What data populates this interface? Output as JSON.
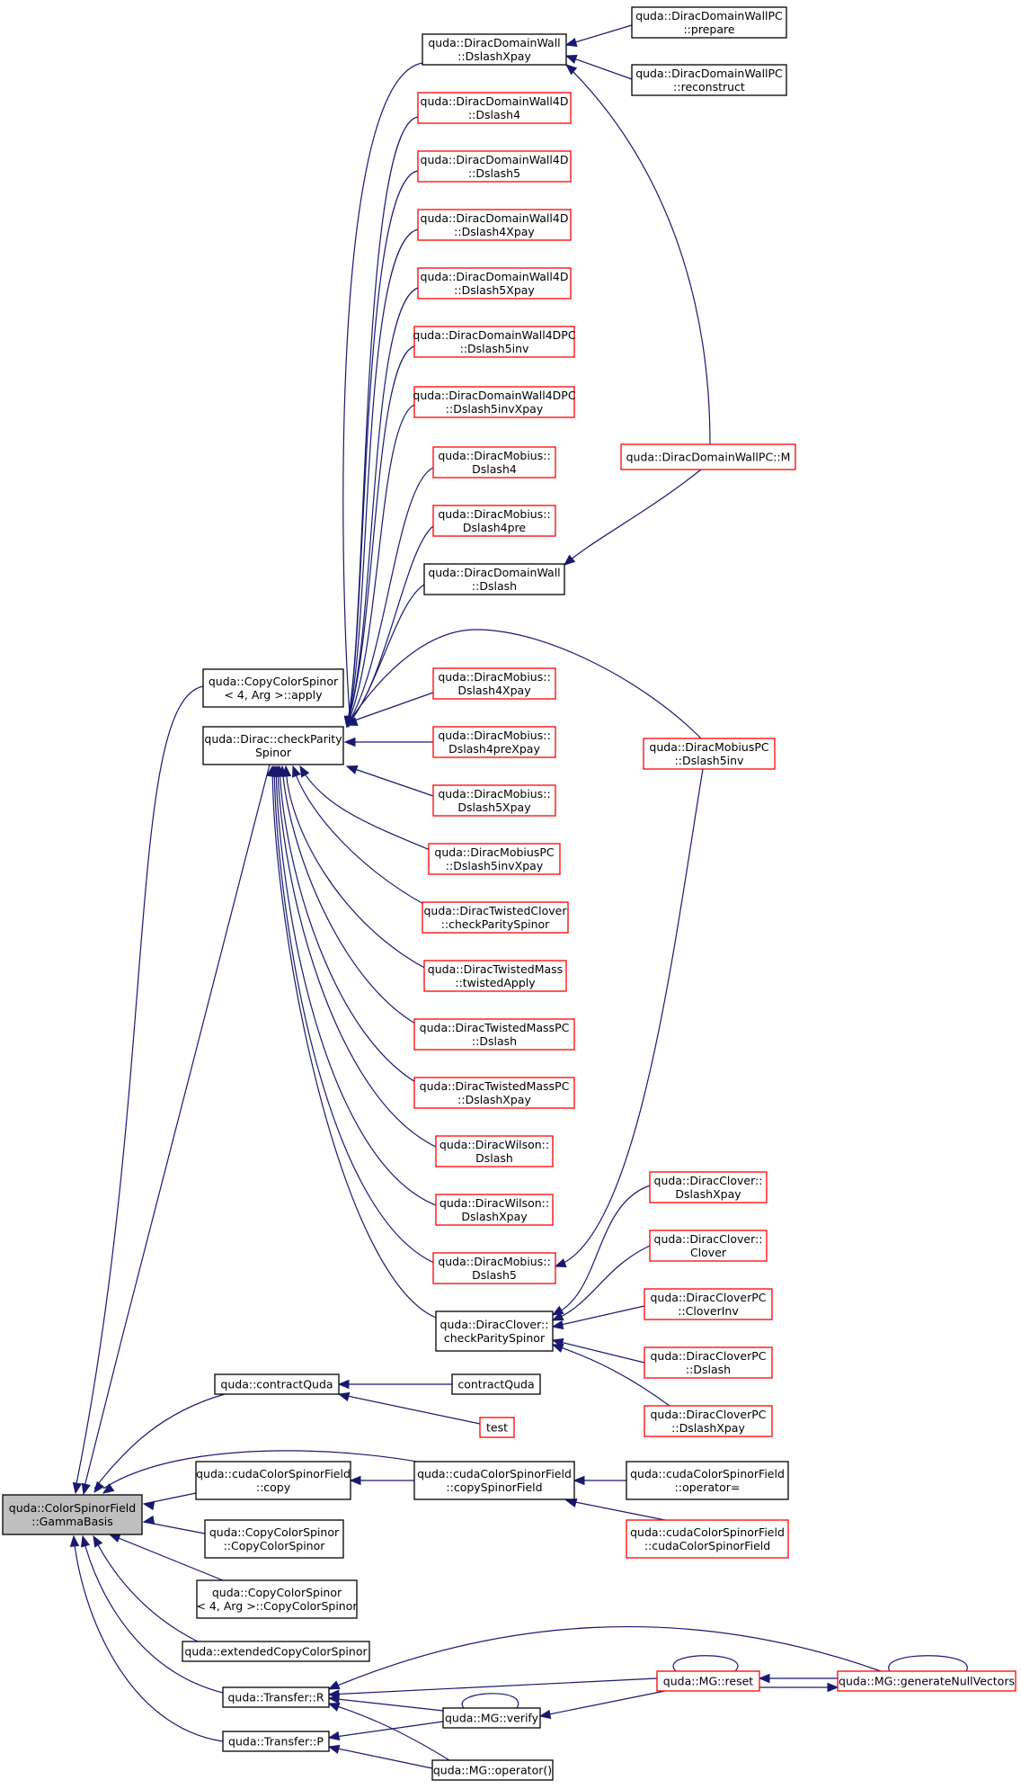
{
  "colors": {
    "edge": "#191970",
    "root_fill": "#bfbfbf",
    "normal_border": "#000000",
    "truncated_border": "#ff0000",
    "node_fill": "#ffffff"
  },
  "nodes": {
    "gammabasis": {
      "lines": [
        "quda::ColorSpinorField",
        "::GammaBasis"
      ],
      "kind": "root"
    },
    "ccsApply": {
      "lines": [
        "quda::CopyColorSpinor",
        "< 4, Arg >::apply"
      ],
      "kind": "normal"
    },
    "checkParity": {
      "lines": [
        "quda::Dirac::checkParity",
        "Spinor"
      ],
      "kind": "normal"
    },
    "dwDslashXpay": {
      "lines": [
        "quda::DiracDomainWall",
        "::DslashXpay"
      ],
      "kind": "normal"
    },
    "dwpcPrepare": {
      "lines": [
        "quda::DiracDomainWallPC",
        "::prepare"
      ],
      "kind": "normal"
    },
    "dwpcRecon": {
      "lines": [
        "quda::DiracDomainWallPC",
        "::reconstruct"
      ],
      "kind": "normal"
    },
    "dw4dDslash4": {
      "lines": [
        "quda::DiracDomainWall4D",
        "::Dslash4"
      ],
      "kind": "truncated"
    },
    "dw4dDslash5": {
      "lines": [
        "quda::DiracDomainWall4D",
        "::Dslash5"
      ],
      "kind": "truncated"
    },
    "dw4dD4Xpay": {
      "lines": [
        "quda::DiracDomainWall4D",
        "::Dslash4Xpay"
      ],
      "kind": "truncated"
    },
    "dw4dD5Xpay": {
      "lines": [
        "quda::DiracDomainWall4D",
        "::Dslash5Xpay"
      ],
      "kind": "truncated"
    },
    "dw4dpcD5inv": {
      "lines": [
        "quda::DiracDomainWall4DPC",
        "::Dslash5inv"
      ],
      "kind": "truncated"
    },
    "dw4dpcD5invX": {
      "lines": [
        "quda::DiracDomainWall4DPC",
        "::Dslash5invXpay"
      ],
      "kind": "truncated"
    },
    "mobD4": {
      "lines": [
        "quda::DiracMobius::",
        "Dslash4"
      ],
      "kind": "truncated"
    },
    "mobD4pre": {
      "lines": [
        "quda::DiracMobius::",
        "Dslash4pre"
      ],
      "kind": "truncated"
    },
    "dwDslash": {
      "lines": [
        "quda::DiracDomainWall",
        "::Dslash"
      ],
      "kind": "normal"
    },
    "dwpcM": {
      "lines": [
        "quda::DiracDomainWallPC::M"
      ],
      "kind": "truncated"
    },
    "mobD4Xpay": {
      "lines": [
        "quda::DiracMobius::",
        "Dslash4Xpay"
      ],
      "kind": "truncated"
    },
    "mobD4preXpay": {
      "lines": [
        "quda::DiracMobius::",
        "Dslash4preXpay"
      ],
      "kind": "truncated"
    },
    "mobD5Xpay": {
      "lines": [
        "quda::DiracMobius::",
        "Dslash5Xpay"
      ],
      "kind": "truncated"
    },
    "mobpcD5invX": {
      "lines": [
        "quda::DiracMobiusPC",
        "::Dslash5invXpay"
      ],
      "kind": "truncated"
    },
    "mobpcD5inv": {
      "lines": [
        "quda::DiracMobiusPC",
        "::Dslash5inv"
      ],
      "kind": "truncated"
    },
    "twClovCheck": {
      "lines": [
        "quda::DiracTwistedClover",
        "::checkParitySpinor"
      ],
      "kind": "truncated"
    },
    "twMassApply": {
      "lines": [
        "quda::DiracTwistedMass",
        "::twistedApply"
      ],
      "kind": "truncated"
    },
    "twMassPCD": {
      "lines": [
        "quda::DiracTwistedMassPC",
        "::Dslash"
      ],
      "kind": "truncated"
    },
    "twMassPCDX": {
      "lines": [
        "quda::DiracTwistedMassPC",
        "::DslashXpay"
      ],
      "kind": "truncated"
    },
    "wilsonD": {
      "lines": [
        "quda::DiracWilson::",
        "Dslash"
      ],
      "kind": "truncated"
    },
    "wilsonDX": {
      "lines": [
        "quda::DiracWilson::",
        "DslashXpay"
      ],
      "kind": "truncated"
    },
    "mobD5": {
      "lines": [
        "quda::DiracMobius::",
        "Dslash5"
      ],
      "kind": "truncated"
    },
    "clovCheck": {
      "lines": [
        "quda::DiracClover::",
        "checkParitySpinor"
      ],
      "kind": "normal"
    },
    "clovDX": {
      "lines": [
        "quda::DiracClover::",
        "DslashXpay"
      ],
      "kind": "truncated"
    },
    "clovClover": {
      "lines": [
        "quda::DiracClover::",
        "Clover"
      ],
      "kind": "truncated"
    },
    "clovpcInv": {
      "lines": [
        "quda::DiracCloverPC",
        "::CloverInv"
      ],
      "kind": "truncated"
    },
    "clovpcD": {
      "lines": [
        "quda::DiracCloverPC",
        "::Dslash"
      ],
      "kind": "truncated"
    },
    "clovpcDX": {
      "lines": [
        "quda::DiracCloverPC",
        "::DslashXpay"
      ],
      "kind": "truncated"
    },
    "contractQuda": {
      "lines": [
        "quda::contractQuda"
      ],
      "kind": "normal"
    },
    "contractQuda2": {
      "lines": [
        "contractQuda"
      ],
      "kind": "normal"
    },
    "test": {
      "lines": [
        "test"
      ],
      "kind": "truncated"
    },
    "cudaCopy": {
      "lines": [
        "quda::cudaColorSpinorField",
        "::copy"
      ],
      "kind": "normal"
    },
    "cudaCopySF": {
      "lines": [
        "quda::cudaColorSpinorField",
        "::copySpinorField"
      ],
      "kind": "normal"
    },
    "cudaOpEq": {
      "lines": [
        "quda::cudaColorSpinorField",
        "::operator="
      ],
      "kind": "normal"
    },
    "cudaCtor": {
      "lines": [
        "quda::cudaColorSpinorField",
        "::cudaColorSpinorField"
      ],
      "kind": "truncated"
    },
    "ccsCtor": {
      "lines": [
        "quda::CopyColorSpinor",
        "::CopyColorSpinor"
      ],
      "kind": "normal"
    },
    "ccs4Ctor": {
      "lines": [
        "quda::CopyColorSpinor",
        "< 4, Arg >::CopyColorSpinor"
      ],
      "kind": "normal"
    },
    "extCopy": {
      "lines": [
        "quda::extendedCopyColorSpinor"
      ],
      "kind": "normal"
    },
    "transferR": {
      "lines": [
        "quda::Transfer::R"
      ],
      "kind": "normal"
    },
    "transferP": {
      "lines": [
        "quda::Transfer::P"
      ],
      "kind": "normal"
    },
    "mgReset": {
      "lines": [
        "quda::MG::reset"
      ],
      "kind": "truncated"
    },
    "mgGenNull": {
      "lines": [
        "quda::MG::generateNullVectors"
      ],
      "kind": "truncated"
    },
    "mgVerify": {
      "lines": [
        "quda::MG::verify"
      ],
      "kind": "normal"
    },
    "mgOperator": {
      "lines": [
        "quda::MG::operator()"
      ],
      "kind": "normal"
    }
  }
}
